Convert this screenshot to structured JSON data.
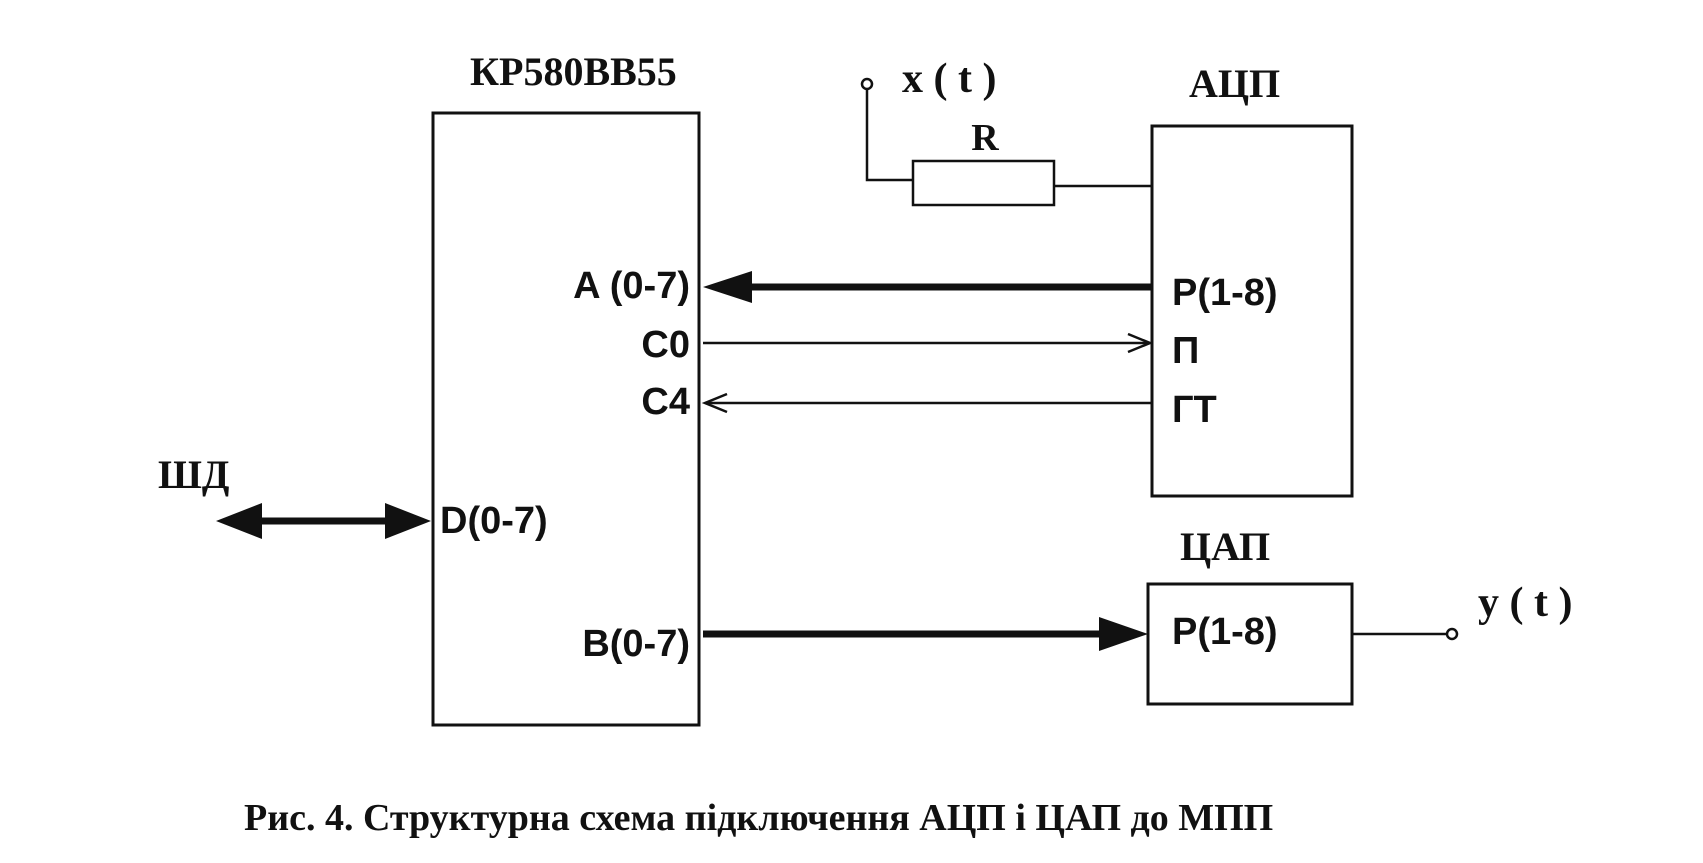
{
  "chip": {
    "title": "КР580ВВ55",
    "port_a": "A (0-7)",
    "c0": "C0",
    "c4": "C4",
    "port_d": "D(0-7)",
    "port_b": "B(0-7)"
  },
  "adc": {
    "title": "АЦП",
    "port_p": "P(1-8)",
    "start": "П",
    "ready": "ГТ"
  },
  "dac": {
    "title": "ЦАП",
    "port_p": "P(1-8)"
  },
  "input_signal": "x ( t )",
  "resistor_label": "R",
  "output_signal": "y ( t )",
  "data_bus_label": "ШД",
  "caption": "Рис. 4. Структурна схема підключення АЦП і ЦАП до МПП"
}
